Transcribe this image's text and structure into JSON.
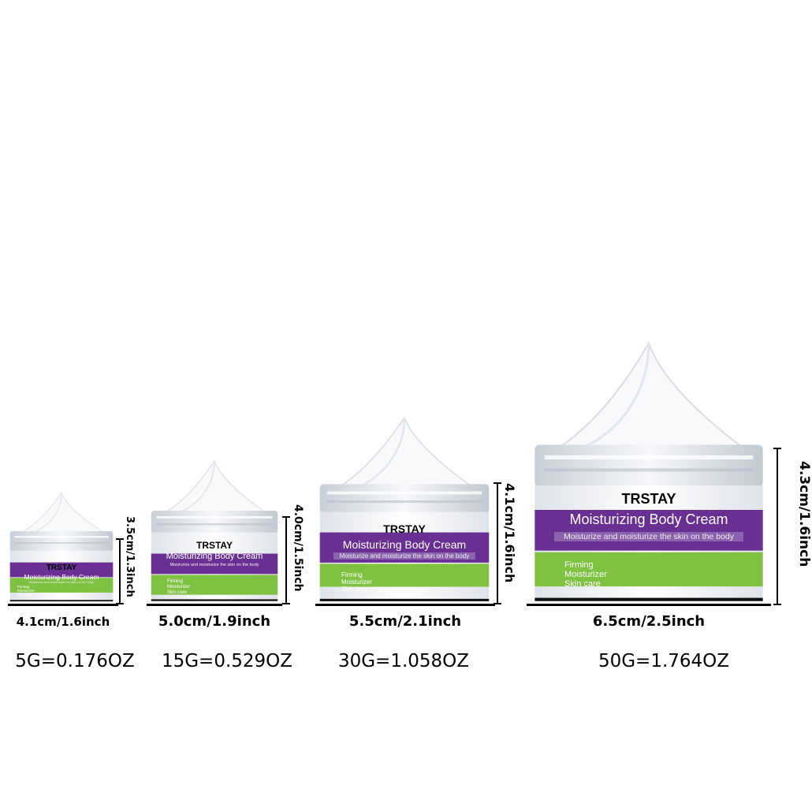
{
  "product": {
    "brand": "TRSTAY",
    "name": "Moisturizing Body Cream",
    "tagline": "Moisturize and moisturize the skin on the body",
    "benefits": [
      "Firming",
      "Moisturizer",
      "Skin care"
    ],
    "colors": {
      "purple": "#6a2f92",
      "green": "#7fc242",
      "cream": "#ffffff",
      "lid": "#e8ecf2"
    }
  },
  "jars": [
    {
      "width_label": "4.1cm/1.6inch",
      "height_label": "3.5cm/1.3inch",
      "weight_label": "5G=0.176OZ"
    },
    {
      "width_label": "5.0cm/1.9inch",
      "height_label": "4.0cm/1.5inch",
      "weight_label": "15G=0.529OZ"
    },
    {
      "width_label": "5.5cm/2.1inch",
      "height_label": "4.1cm/1.6inch",
      "weight_label": "30G=1.058OZ"
    },
    {
      "width_label": "6.5cm/2.5inch",
      "height_label": "4.3cm/1.6inch",
      "weight_label": "50G=1.764OZ"
    }
  ]
}
